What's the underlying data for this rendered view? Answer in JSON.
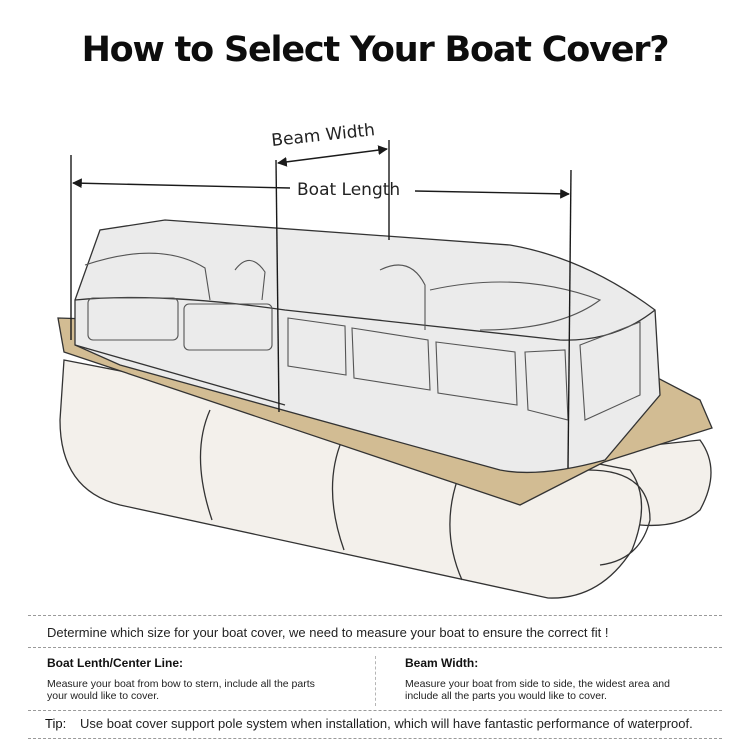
{
  "title": "How to Select Your Boat Cover?",
  "diagram": {
    "beam_label": "Beam Width",
    "length_label": "Boat Length"
  },
  "info": {
    "intro": "Determine which size for your boat cover, we need to measure your boat to ensure the correct fit !",
    "left": {
      "heading": "Boat Lenth/Center Line:",
      "line1": "Measure your boat from bow to stern, include all the parts",
      "line2": "your would like to cover."
    },
    "right": {
      "heading": "Beam Width:",
      "line1": "Measure your boat from side to side, the widest area and",
      "line2": "include all the parts you would like to cover."
    },
    "tip_label": "Tip:",
    "tip_text": "Use boat cover support pole system when installation, which will have fantastic performance of waterproof."
  },
  "colors": {
    "deck": "#d2bc93",
    "pontoon": "#f3f0eb",
    "cover": "#ebebeb",
    "line": "#1a1a1a"
  }
}
